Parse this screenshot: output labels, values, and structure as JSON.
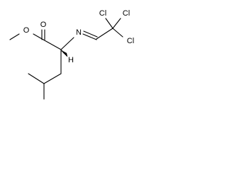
{
  "molecule": {
    "atoms": {
      "o_carbonyl": "O",
      "o_ester": "O",
      "n_imine": "N",
      "h_alpha": "H",
      "cl_1": "Cl",
      "cl_2": "Cl",
      "cl_3": "Cl"
    }
  }
}
